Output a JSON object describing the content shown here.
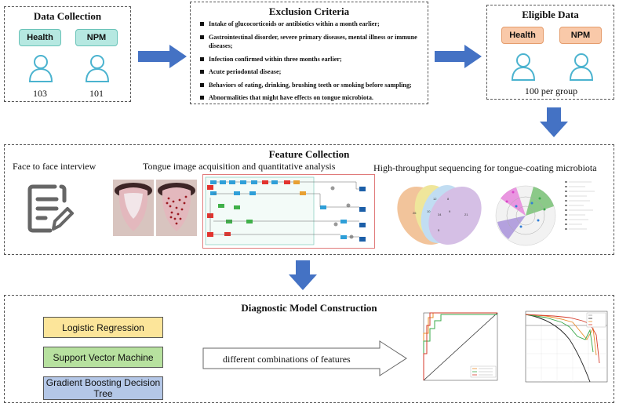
{
  "data_collection": {
    "title": "Data Collection",
    "groups": [
      {
        "label": "Health",
        "count": "103"
      },
      {
        "label": "NPM",
        "count": "101"
      }
    ]
  },
  "exclusion": {
    "title": "Exclusion Criteria",
    "items": [
      "Intake of glucocorticoids or antibiotics within a month earlier;",
      "Gastrointestinal disorder, severe primary diseases, mental illness or immune diseases;",
      "Infection confirmed within three months earlier;",
      "Acute periodontal disease;",
      "Behaviors of eating, drinking, brushing teeth or smoking before sampling;",
      "Abnormalities that might have effects on tongue microbiota."
    ]
  },
  "eligible": {
    "title": "Eligible Data",
    "groups": [
      {
        "label": "Health"
      },
      {
        "label": "NPM"
      }
    ],
    "note": "100 per group"
  },
  "feature": {
    "title": "Feature Collection",
    "interview": "Face to face interview",
    "tongue": "Tongue image acquisition and quantitative analysis",
    "sequencing": "High-throughput sequencing for tongue-coating microbiota"
  },
  "model": {
    "title": "Diagnostic Model Construction",
    "models": [
      "Logistic Regression",
      "Support Vector Machine",
      "Gradient Boosting Decision Tree"
    ],
    "arrow_label": "different combinations of features"
  },
  "colors": {
    "health_fill": "#f9c9a9",
    "npm_fill": "#b6e8e1",
    "person_icon": "#4bb3cf",
    "arrow": "#4472c4",
    "lr_fill": "#fce59a",
    "svm_fill": "#b7e19f",
    "gbdt_fill": "#b4c7e7"
  }
}
